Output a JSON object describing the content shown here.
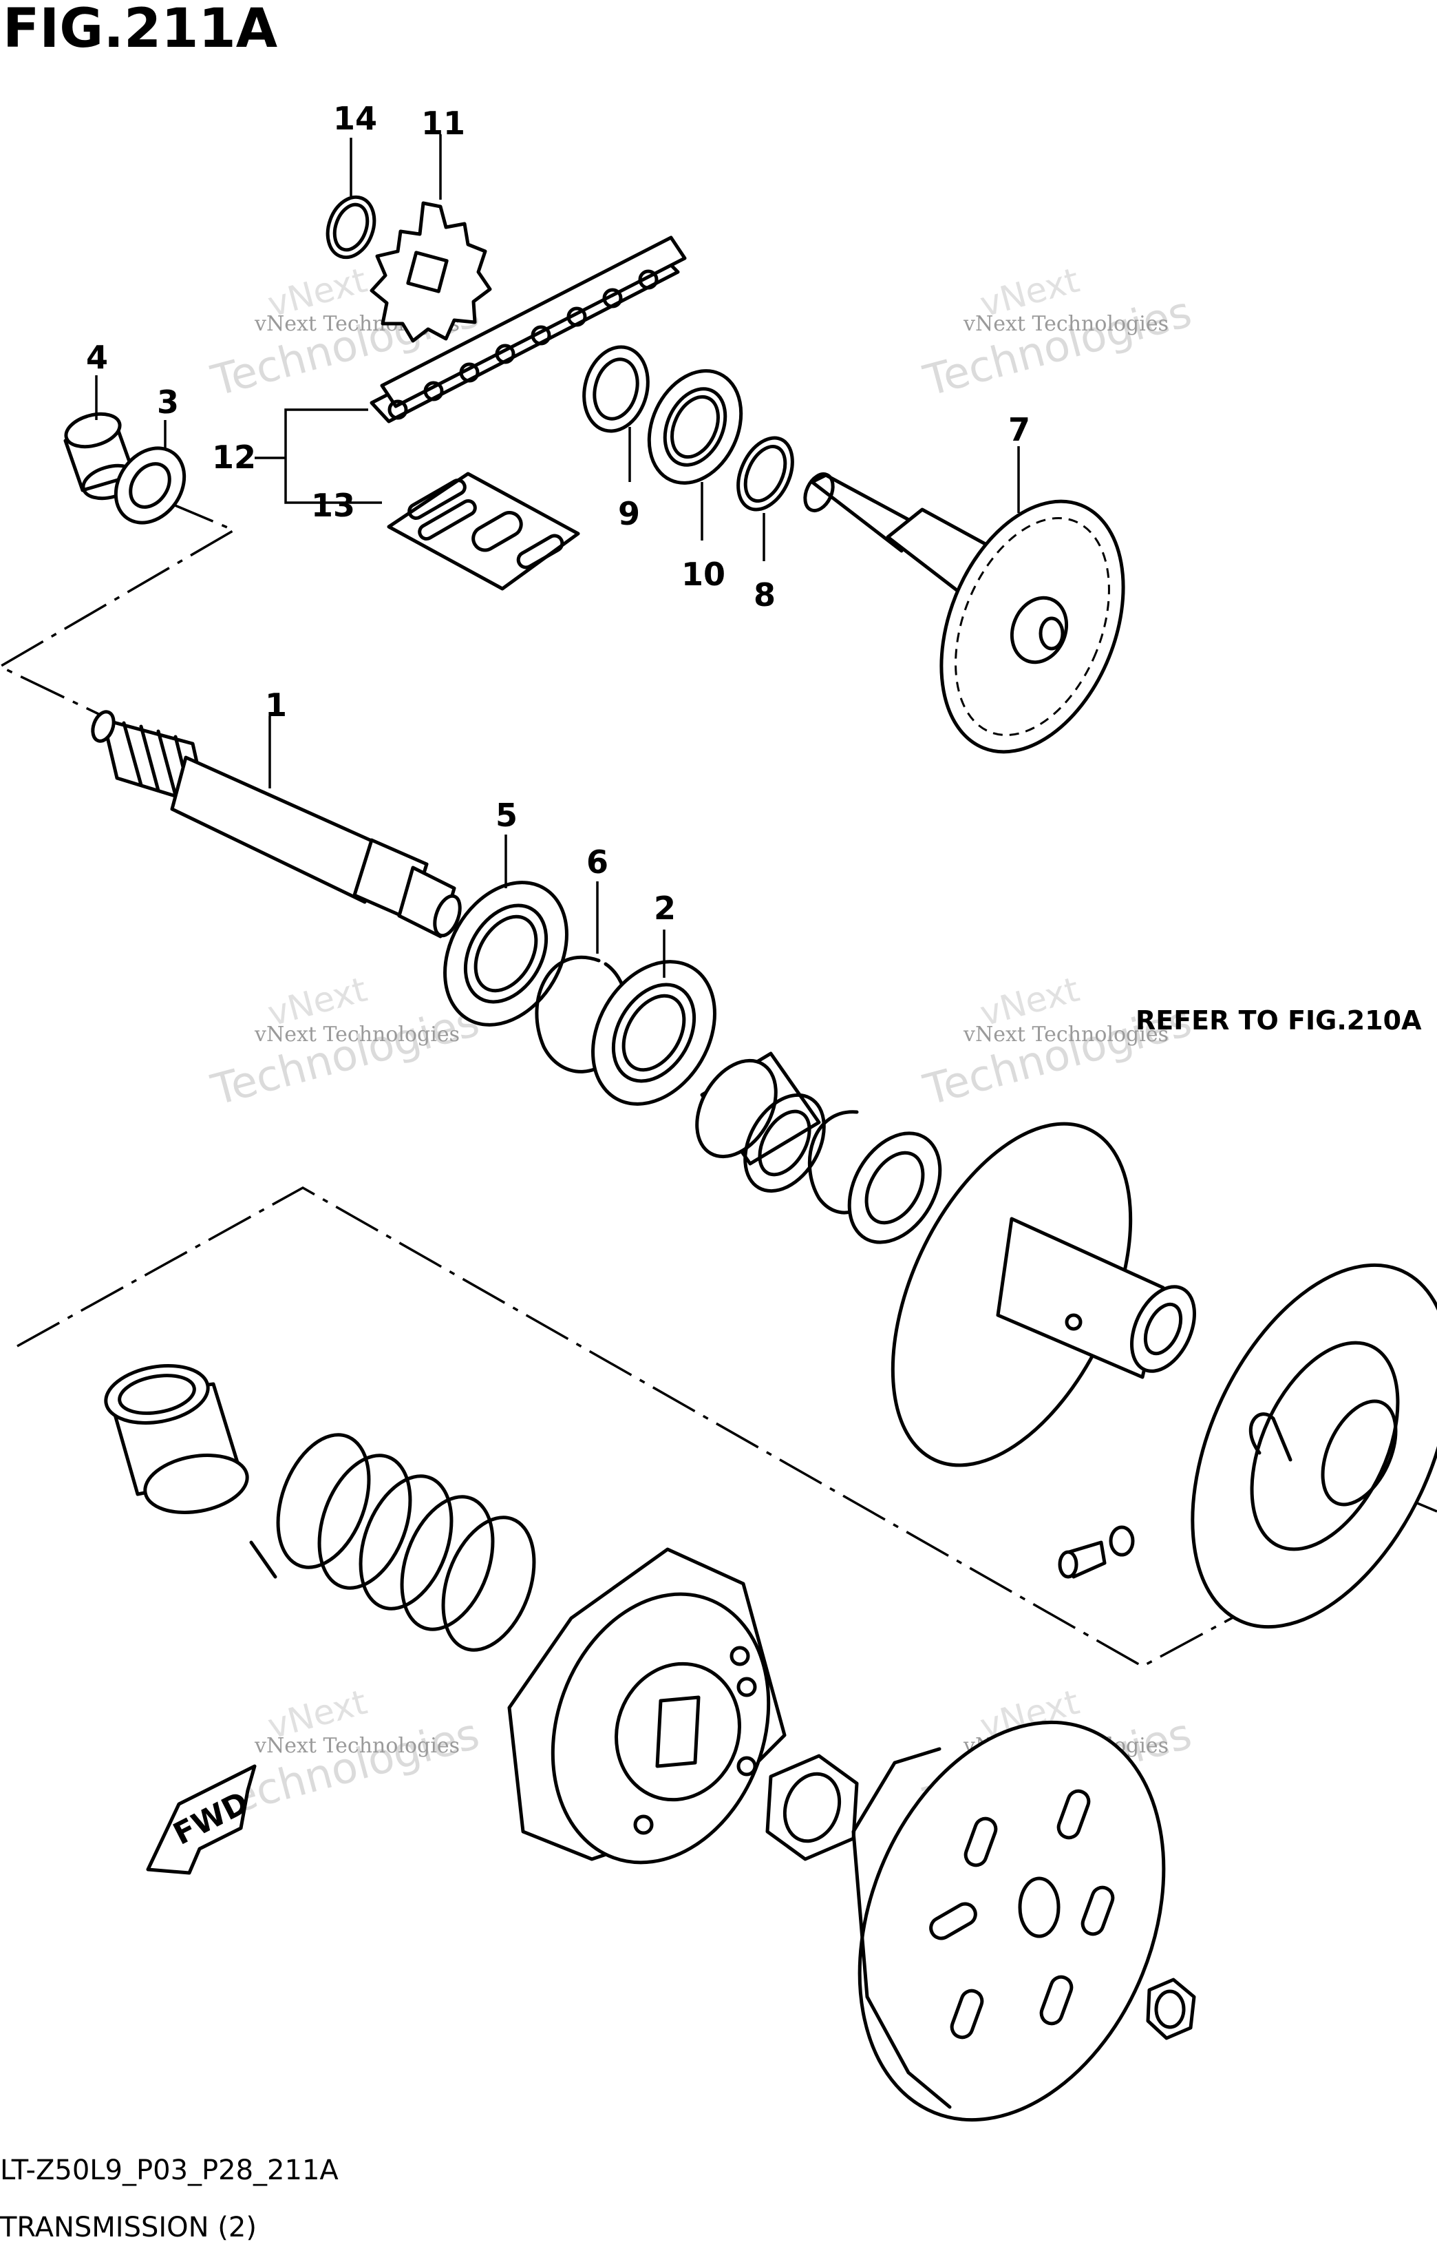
{
  "figure": {
    "title": "FIG.211A",
    "code": "LT-Z50L9_P03_P28_211A",
    "name": "TRANSMISSION (2)"
  },
  "reference": {
    "text": "REFER TO FIG.210A"
  },
  "callouts": [
    "1",
    "2",
    "3",
    "4",
    "5",
    "6",
    "7",
    "8",
    "9",
    "10",
    "11",
    "12",
    "13",
    "14"
  ],
  "direction": {
    "label": "FWD",
    "icon": "arrow-left-down-icon"
  },
  "watermark": {
    "line1": "vNext Technologies",
    "line2": "Technologies",
    "line3": "vNext"
  },
  "colors": {
    "ink": "#000000",
    "background": "#ffffff",
    "watermark": "#bdbdbd"
  }
}
